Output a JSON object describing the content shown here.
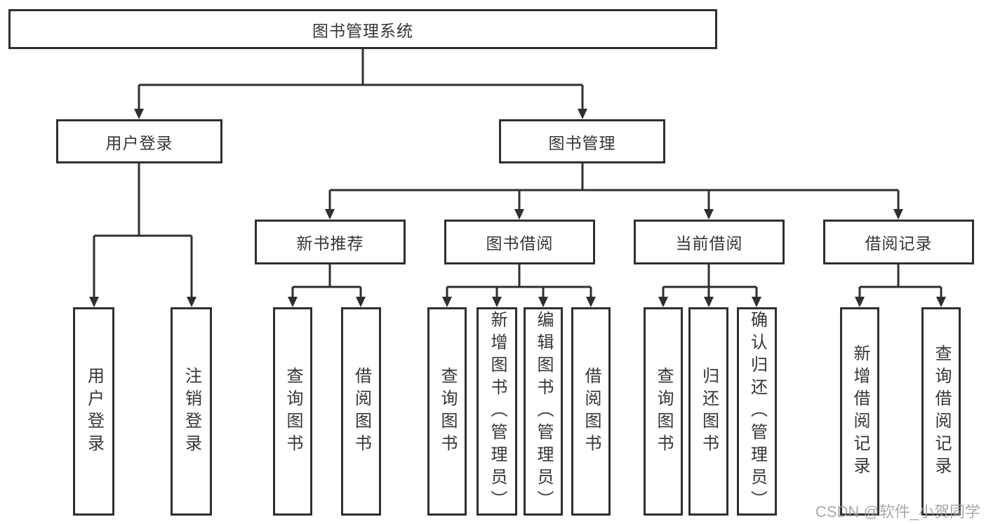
{
  "tree": {
    "root": {
      "label": "图书管理系统"
    },
    "children": [
      {
        "label": "用户登录",
        "children": [
          {
            "label": "用户登录"
          },
          {
            "label": "注销登录"
          }
        ]
      },
      {
        "label": "图书管理",
        "children": [
          {
            "label": "新书推荐",
            "children": [
              {
                "label": "查询图书"
              },
              {
                "label": "借阅图书"
              }
            ]
          },
          {
            "label": "图书借阅",
            "children": [
              {
                "label": "查询图书"
              },
              {
                "label": "新增图书（管理员）"
              },
              {
                "label": "编辑图书（管理员）"
              },
              {
                "label": "借阅图书"
              }
            ]
          },
          {
            "label": "当前借阅",
            "children": [
              {
                "label": "查询图书"
              },
              {
                "label": "归还图书"
              },
              {
                "label": "确认归还（管理员）"
              }
            ]
          },
          {
            "label": "借阅记录",
            "children": [
              {
                "label": "新增借阅记录"
              },
              {
                "label": "查询借阅记录"
              }
            ]
          }
        ]
      }
    ]
  },
  "watermark": {
    "text": "CSDN @软件_小贺同学"
  },
  "colors": {
    "line": "#2f2f2f",
    "text": "#363636",
    "box_fill": "#ffffff",
    "watermark": "#9e9e9e",
    "background": "#ffffff"
  }
}
